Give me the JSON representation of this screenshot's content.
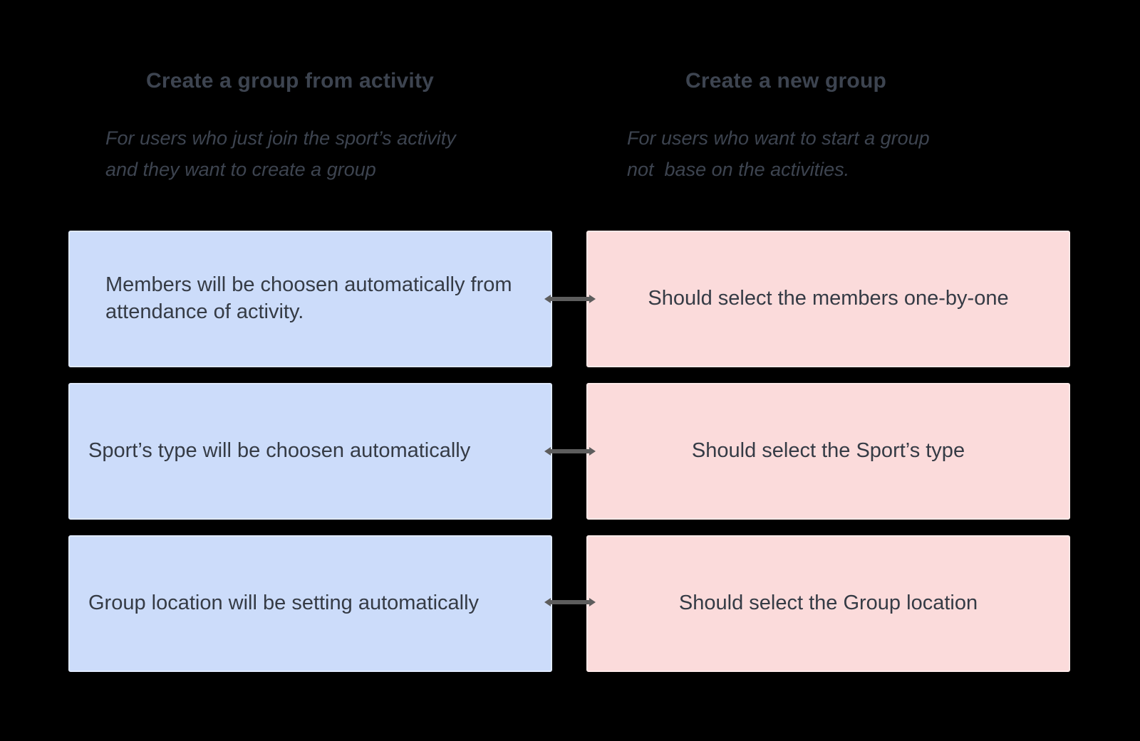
{
  "background": "#000000",
  "heading_color": "#3d4450",
  "card_text_color": "#353b45",
  "connector_color": "#5d5d5d",
  "columns": [
    {
      "id": "create-from-activity",
      "title": "Create a group from activity",
      "subtitle": "For users who just join the sport’s activity\nand they want to create a group",
      "card_color": "#ccdcfa",
      "card_border": "#dfe9fd",
      "rows": [
        "Members will be choosen automatically from attendance of activity.",
        "Sport’s type will be choosen automatically",
        "Group location will be setting automatically"
      ]
    },
    {
      "id": "create-new-group",
      "title": "Create a new group",
      "subtitle": "For users who want to start a group\nnot  base on the activities.",
      "card_color": "#fbdbdb",
      "card_border": "#fde9e8",
      "rows": [
        "Should select the members one-by-one",
        "Should select the Sport’s type",
        "Should select the Group location"
      ]
    }
  ]
}
